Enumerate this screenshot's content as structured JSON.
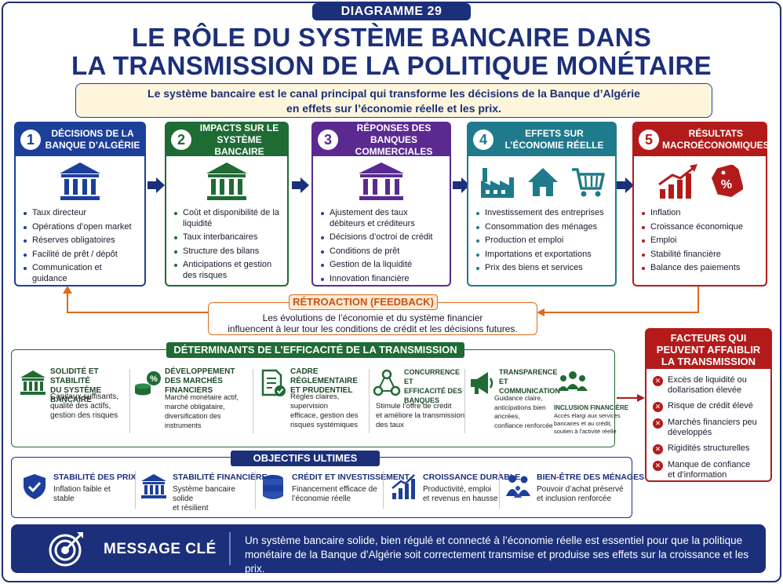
{
  "badge": "DIAGRAMME 29",
  "title": {
    "line1": "LE RÔLE DU SYSTÈME BANCAIRE DANS",
    "line2": "LA TRANSMISSION DE LA POLITIQUE MONÉTAIRE"
  },
  "intro": {
    "line1": "Le système bancaire est le canal principal qui transforme les décisions de la Banque d’Algérie",
    "line2": "en effets sur l’économie réelle et les prix."
  },
  "steps": [
    {
      "num": "1",
      "title": "Décisions de la Banque d’Algérie",
      "items": [
        "Taux directeur",
        "Opérations d’open market",
        "Réserves obligatoires",
        "Facilité de prêt / dépôt",
        "Communication et guidance"
      ]
    },
    {
      "num": "2",
      "title": "Impacts sur le système bancaire",
      "items": [
        "Coût et disponibilité de la liquidité",
        "Taux interbancaires",
        "Structure des bilans",
        "Anticipations et gestion des risques"
      ]
    },
    {
      "num": "3",
      "title": "Réponses des banques commerciales",
      "items": [
        "Ajustement des taux débiteurs et créditeurs",
        "Décisions d’octroi de crédit",
        "Conditions de prêt",
        "Gestion de la liquidité",
        "Innovation financière"
      ]
    },
    {
      "num": "4",
      "title": "Effets sur l’économie réelle",
      "items": [
        "Investissement des entreprises",
        "Consommation des ménages",
        "Production et emploi",
        "Importations et exportations",
        "Prix des biens et services"
      ]
    },
    {
      "num": "5",
      "title": "Résultats macroéconomiques",
      "items": [
        "Inflation",
        "Croissance économique",
        "Emploi",
        "Stabilité financière",
        "Balance des paiements"
      ]
    }
  ],
  "feedback": {
    "label": "RÉTROACTION (FEEDBACK)",
    "line1": "Les évolutions de l’économie et du système financier",
    "line2": "influencent à leur tour les conditions de crédit et les décisions futures."
  },
  "determinants": {
    "title": "DÉTERMINANTS DE L’EFFICACITÉ DE LA TRANSMISSION",
    "items": [
      {
        "h1": "Solidité et stabilité",
        "h2": "du système bancaire",
        "b1": "Capitaux suffisants,",
        "b2": "qualité des actifs,",
        "b3": "gestion des risques",
        "b4": ""
      },
      {
        "h1": "Développement",
        "h2": "des marchés financiers",
        "b1": "Marché monétaire actif,",
        "b2": "marché obligataire,",
        "b3": "diversification des instruments",
        "b4": ""
      },
      {
        "h1": "Cadre réglementaire",
        "h2": "et prudentiel",
        "b1": "Règles claires, supervision",
        "b2": "efficace, gestion des",
        "b3": "risques systémiques",
        "b4": ""
      },
      {
        "h1": "Concurrence et",
        "h2": "efficacité des banques",
        "b1": "Stimule l’offre de crédit",
        "b2": "et améliore la transmission",
        "b3": "des taux",
        "b4": ""
      },
      {
        "h1": "Transparence et",
        "h2": "communication",
        "b1": "Guidance claire,",
        "b2": "anticipations bien ancrées,",
        "b3": "confiance renforcée",
        "b4": ""
      },
      {
        "h1": "Inclusion financière",
        "h2": "",
        "b1": "Accès élargi aux services",
        "b2": "bancaires et au crédit,",
        "b3": "soutien à l’activité réelle",
        "b4": ""
      }
    ]
  },
  "factors": {
    "title1": "FACTEURS QUI",
    "title2": "PEUVENT AFFAIBLIR",
    "title3": "LA TRANSMISSION",
    "items": [
      {
        "l1": "Excès de liquidité ou",
        "l2": "dollarisation élevée"
      },
      {
        "l1": "Risque de crédit élevé",
        "l2": ""
      },
      {
        "l1": "Marchés financiers peu",
        "l2": "développés"
      },
      {
        "l1": "Rigidités structurelles",
        "l2": ""
      },
      {
        "l1": "Manque de confiance",
        "l2": "et d’information"
      }
    ]
  },
  "objectives": {
    "title": "OBJECTIFS ULTIMES",
    "items": [
      {
        "h": "Stabilité des prix",
        "b1": "Inflation faible et stable",
        "b2": ""
      },
      {
        "h": "Stabilité financière",
        "b1": "Système bancaire solide",
        "b2": "et résilient"
      },
      {
        "h": "Crédit et investissement",
        "b1": "Financement efficace de",
        "b2": "l’économie réelle"
      },
      {
        "h": "Croissance durable",
        "b1": "Productivité, emploi",
        "b2": "et revenus en hausse"
      },
      {
        "h": "Bien-être des ménages",
        "b1": "Pouvoir d’achat préservé",
        "b2": "et inclusion renforcée"
      }
    ]
  },
  "message": {
    "title": "MESSAGE CLÉ",
    "line1": "Un système bancaire solide, bien régulé et connecté à l’économie réelle est essentiel pour que la politique",
    "line2": "monétaire de la Banque d’Algérie soit correctement transmise et produise ses effets sur la croissance et les prix."
  },
  "colors": {
    "navy": "#1c2f7a",
    "blue": "#1c3f9a",
    "green": "#1f6b34",
    "purple": "#5b2a91",
    "teal": "#1f7a8c",
    "red": "#b31b1b",
    "orange": "#e06a1b"
  }
}
